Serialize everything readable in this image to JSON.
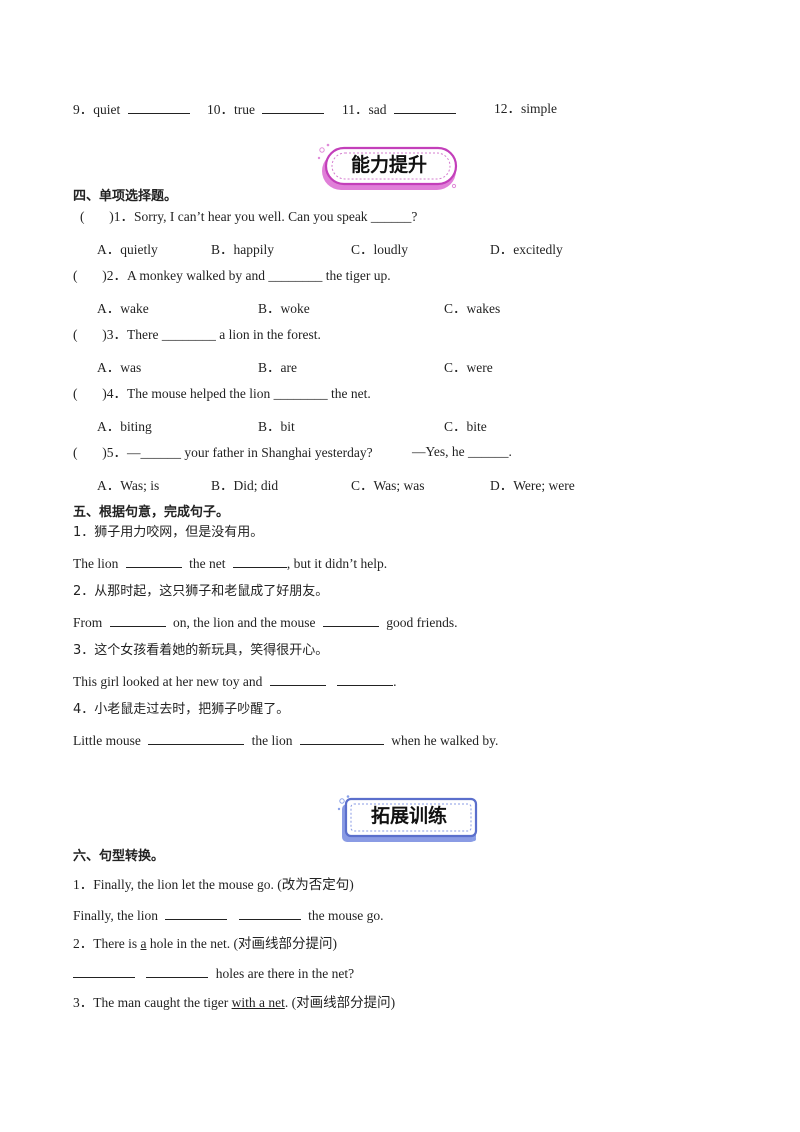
{
  "part3_tail": {
    "items": [
      {
        "num": "9．",
        "word": "quiet"
      },
      {
        "num": "10．",
        "word": "true"
      },
      {
        "num": "11．",
        "word": "sad"
      },
      {
        "num": "12．",
        "word": "simple"
      }
    ]
  },
  "badge1": {
    "label": "能力提升",
    "colors": {
      "back": "#d95ed1",
      "front": "#ffffff",
      "border": "#c33fba",
      "dots": "#e08ad9"
    }
  },
  "part4": {
    "title": "四、单项选择题。",
    "questions": [
      {
        "paren": "(",
        "paren_close": ")",
        "stem": "1．Sorry, I can’t hear you well. Can you speak ______?",
        "options": [
          "A．quietly",
          "B．happily",
          "C．loudly",
          "D．excitedly"
        ]
      },
      {
        "paren": "(",
        "paren_close": ")",
        "stem": "2．A monkey walked by and ________ the tiger up.",
        "options": [
          "A．wake",
          "B．woke",
          "C．wakes"
        ]
      },
      {
        "paren": "(",
        "paren_close": ")",
        "stem": "3．There ________ a lion in the forest.",
        "options": [
          "A．was",
          "B．are",
          "C．were"
        ]
      },
      {
        "paren": "(",
        "paren_close": ")",
        "stem": "4．The mouse helped the lion ________ the net.",
        "options": [
          "A．biting",
          "B．bit",
          "C．bite"
        ]
      },
      {
        "paren": "(",
        "paren_close": ")",
        "stem": "5．—______ your father in Shanghai yesterday?",
        "stem_b": "—Yes, he ______.",
        "options": [
          "A．Was; is",
          "B．Did; did",
          "C．Was; was",
          "D．Were; were"
        ]
      }
    ]
  },
  "part5": {
    "title": "五、根据句意，完成句子。",
    "items": [
      {
        "cn": "1．狮子用力咬网，但是没有用。",
        "en_a": "The lion",
        "en_b": "the net",
        "en_c": ", but it didn’t help."
      },
      {
        "cn": "2．从那时起，这只狮子和老鼠成了好朋友。",
        "en_a": "From",
        "en_b": "on, the lion and the mouse",
        "en_c": "good friends."
      },
      {
        "cn": "3．这个女孩看着她的新玩具，笑得很开心。",
        "en_a": "This girl looked at her new toy and",
        "en_c": "."
      },
      {
        "cn": "4．小老鼠走过去时，把狮子吵醒了。",
        "en_a": "Little mouse",
        "en_b": "the lion",
        "en_c": "when he walked by."
      }
    ]
  },
  "badge2": {
    "label": "拓展训练",
    "colors": {
      "back": "#7b8fe0",
      "front": "#ffffff",
      "border": "#5b6fcc",
      "dots": "#8aa0e8"
    }
  },
  "part6": {
    "title": "六、句型转换。",
    "items": [
      {
        "q": "1．Finally, the lion let the mouse go. (改为否定句)",
        "a_pre": "Finally, the lion",
        "a_post": "the mouse go."
      },
      {
        "q_pre": "2．There is ",
        "q_u": "a",
        "q_post": " hole in the net. (对画线部分提问)",
        "a_post": "holes are there in the net?"
      },
      {
        "q_pre": "3．The man caught the tiger ",
        "q_u": "with a net",
        "q_post": ". (对画线部分提问)"
      }
    ]
  }
}
